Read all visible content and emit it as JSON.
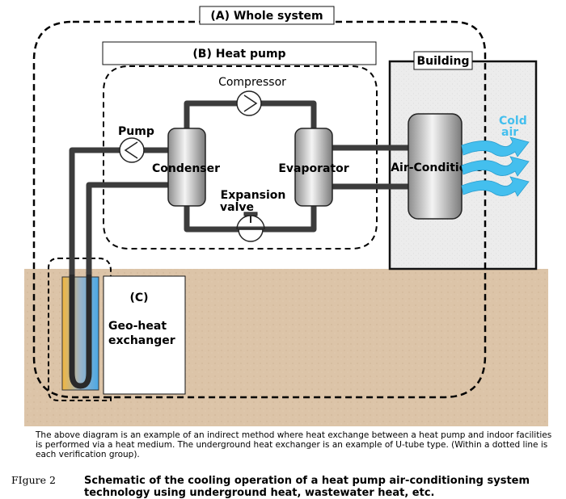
{
  "labels": {
    "whole_system": "(A) Whole system",
    "heat_pump": "(B) Heat pump",
    "building": "Building",
    "compressor": "Compressor",
    "pump": "Pump",
    "condenser": "Condenser",
    "evaporator": "Evaporator",
    "expansion_line1": "Expansion",
    "expansion_line2": "valve",
    "air_conditioner": "Air-Conditione",
    "cold_line1": "Cold",
    "cold_line2": "air",
    "group_c": "(C)",
    "geo_line1": "Geo-heat",
    "geo_line2": "exchanger"
  },
  "note": "The above diagram is an example of an indirect method where heat exchange between a heat pump and indoor facilities is performed via a heat medium. The underground heat exchanger is an example of U-tube type. (Within a dotted line is each verification group).",
  "figure": {
    "label": "FIgure 2",
    "caption": "Schematic of the cooling operation of a heat pump air-conditioning system technology using underground heat, wastewater heat, etc."
  },
  "colors": {
    "ground": "#dcc4a8",
    "building": "#ececec",
    "pipe": "#3c3c3c",
    "cold_air": "#44bfee",
    "tube_warm": "#f3b63e",
    "tube_cool": "#4aa8e6"
  }
}
